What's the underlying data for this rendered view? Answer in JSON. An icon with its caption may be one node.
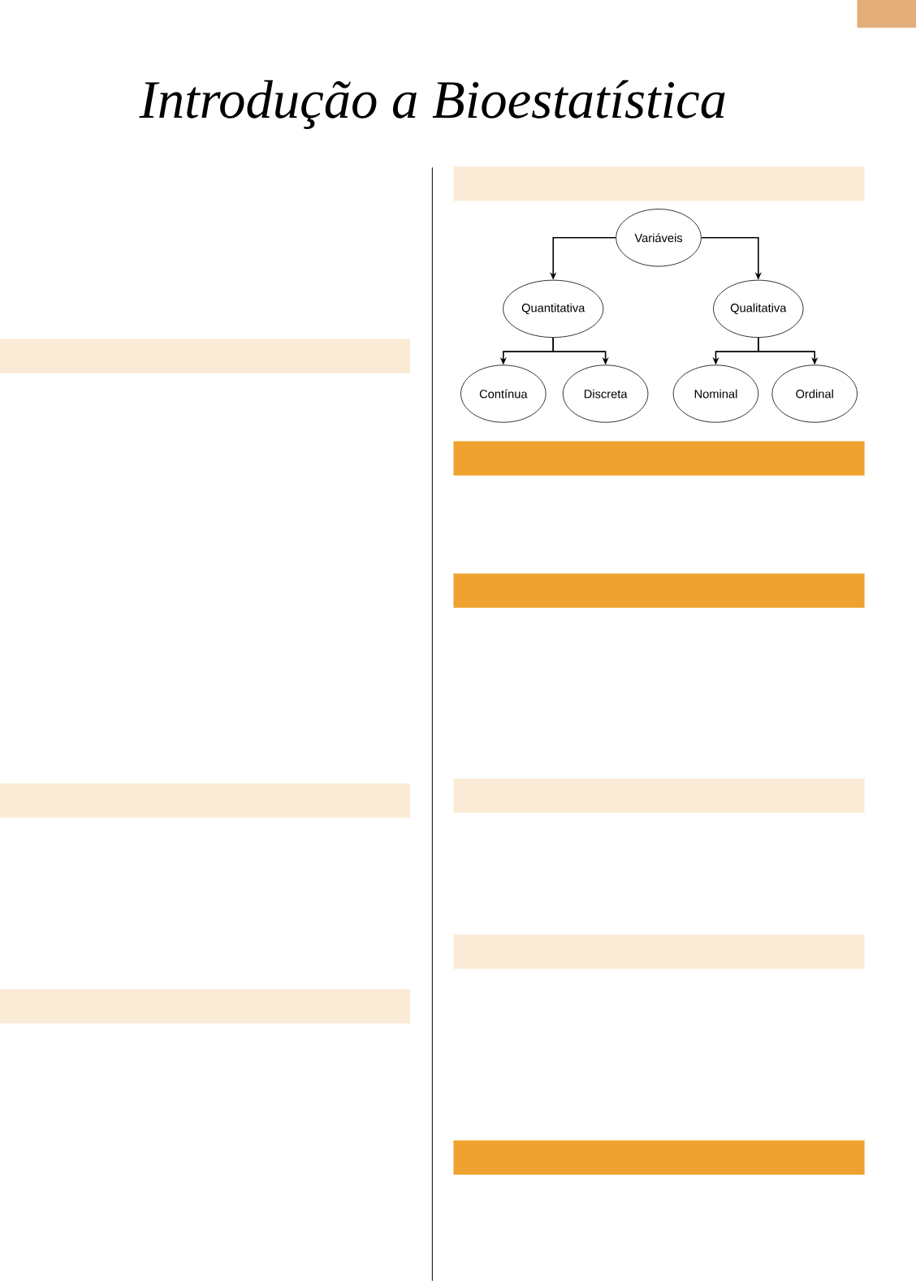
{
  "diagram": {
    "title": "Introdução a Bioestatística",
    "nodes": [
      {
        "text": [
          "Variáveis"
        ]
      },
      {
        "text": [
          "Quantitativa"
        ]
      },
      {
        "text": [
          "Qualitativa"
        ]
      },
      {
        "text": [
          "Contínua"
        ]
      },
      {
        "text": [
          "Discreta"
        ]
      },
      {
        "text": [
          "Nominal"
        ]
      },
      {
        "text": [
          "Ordinal"
        ]
      },
      {
        "text": [],
        "shape": "bar"
      },
      {
        "text": [],
        "shape": "bar"
      },
      {
        "text": [],
        "shape": "bar"
      },
      {
        "text": [],
        "shape": "bar"
      },
      {
        "text": [],
        "shape": "bar"
      },
      {
        "text": [],
        "shape": "bar"
      },
      {
        "text": [],
        "shape": "bar"
      },
      {
        "text": [],
        "shape": "bar"
      },
      {
        "text": [],
        "shape": "bar"
      }
    ],
    "edges": [
      {
        "from": 0,
        "to": 1,
        "arrow": "to"
      },
      {
        "from": 0,
        "to": 2,
        "arrow": "to"
      },
      {
        "from": 1,
        "to": 3,
        "arrow": "to"
      },
      {
        "from": 1,
        "to": 4,
        "arrow": "to"
      },
      {
        "from": 2,
        "to": 5,
        "arrow": "to"
      },
      {
        "from": 2,
        "to": 6,
        "arrow": "to"
      }
    ]
  }
}
